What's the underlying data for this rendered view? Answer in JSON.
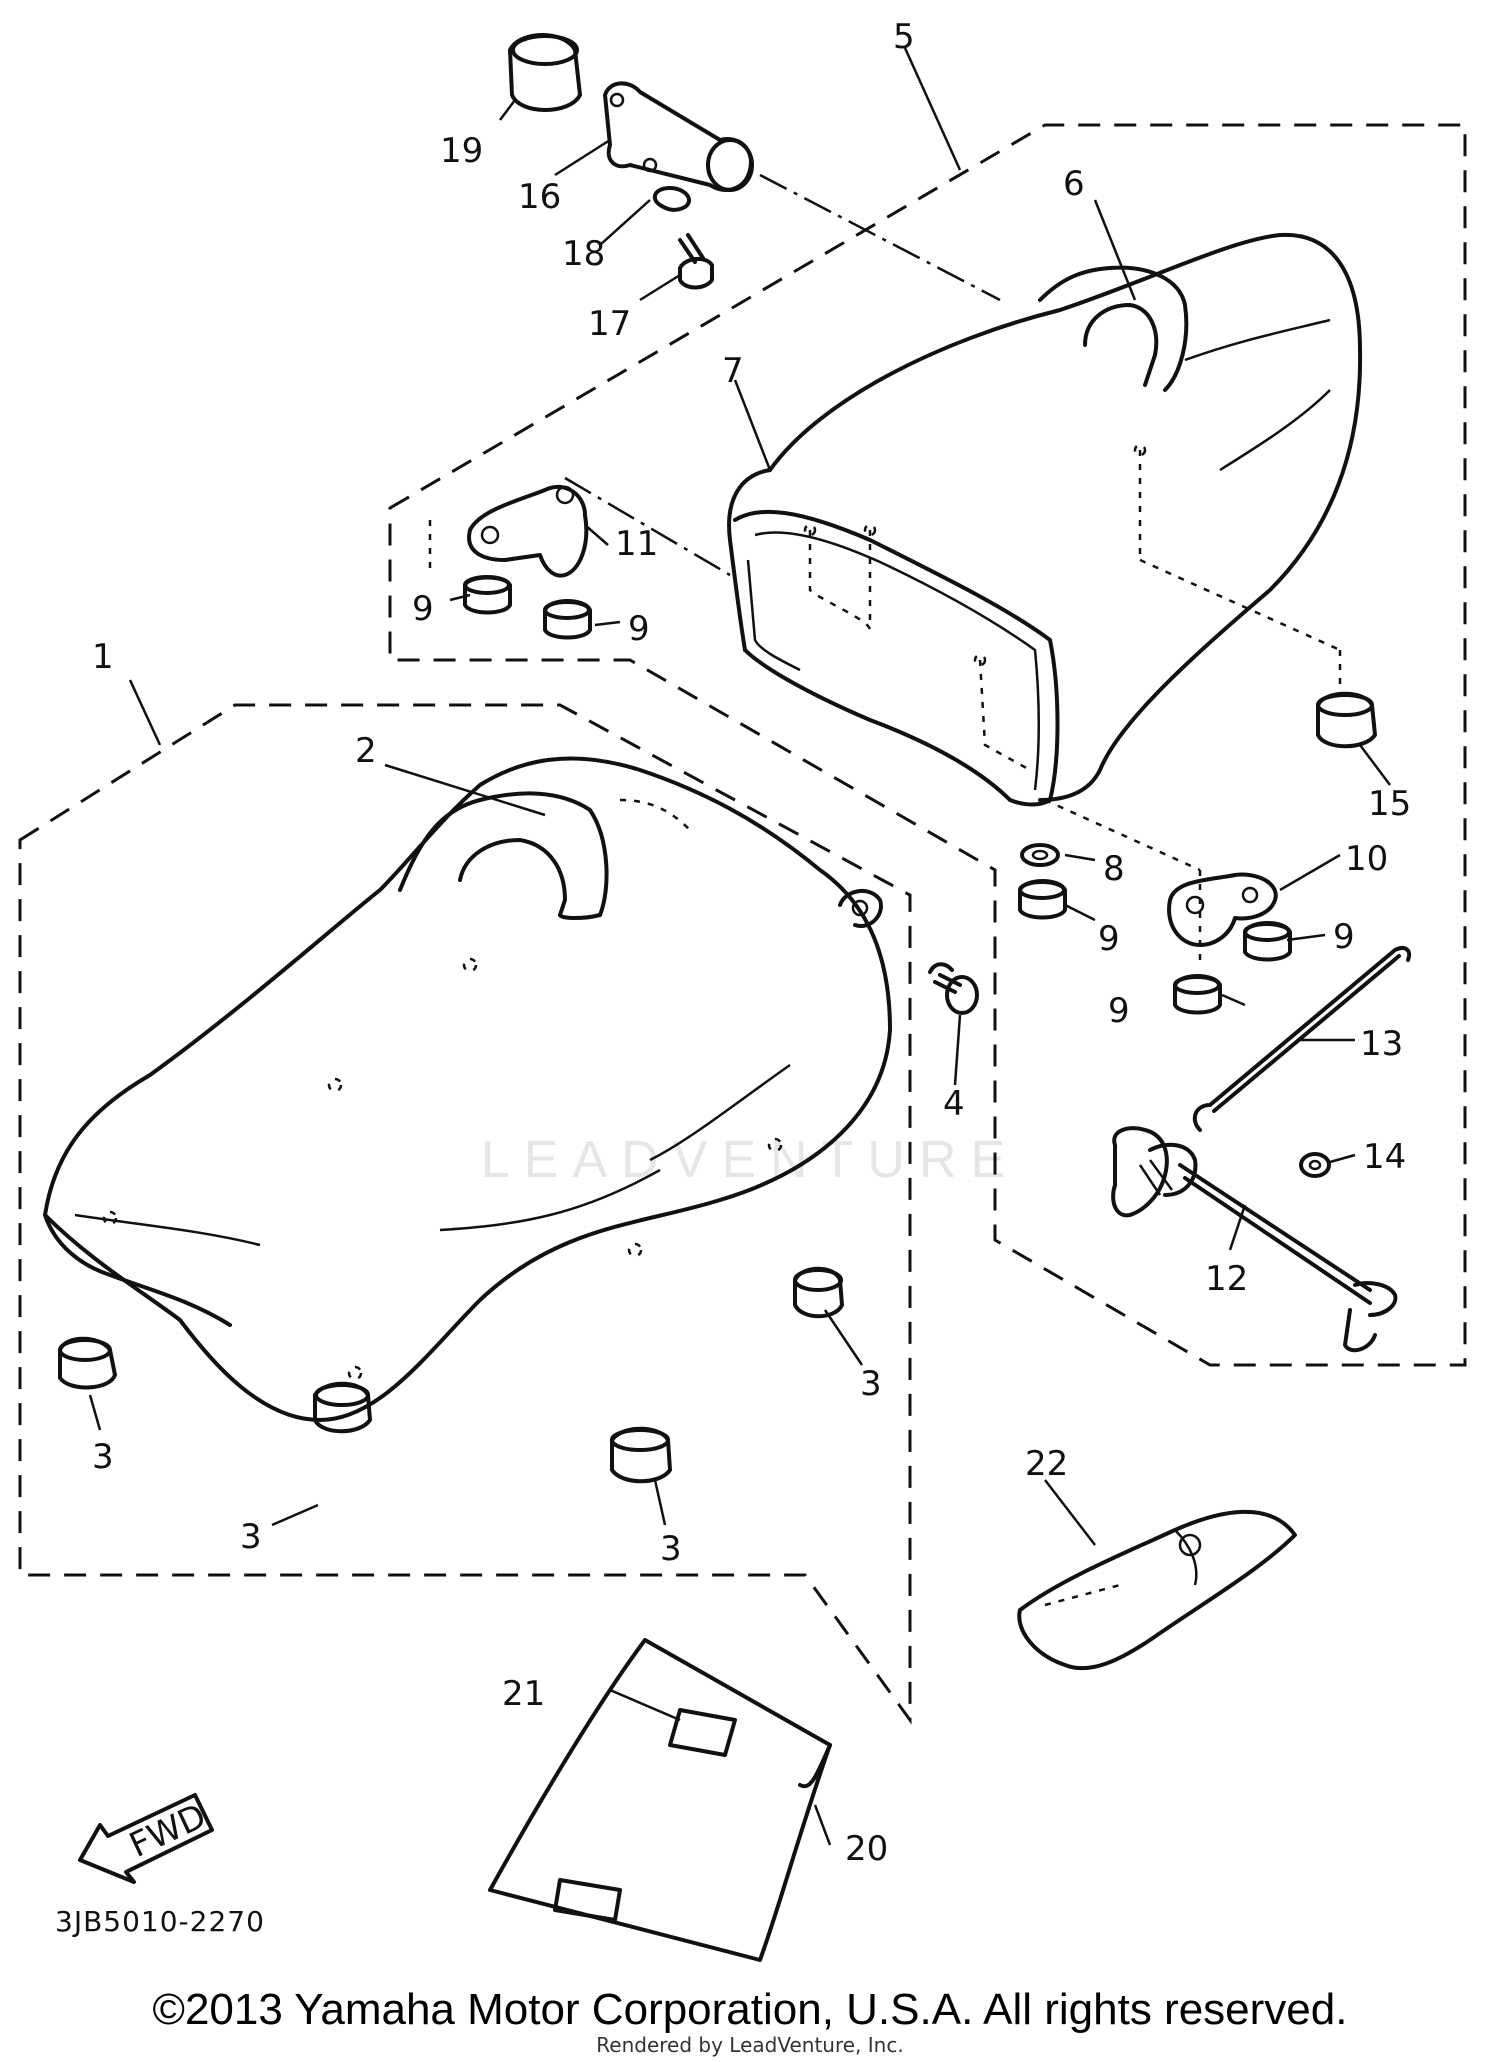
{
  "callouts": [
    "1",
    "2",
    "3",
    "4",
    "5",
    "6",
    "7",
    "8",
    "9",
    "10",
    "11",
    "12",
    "13",
    "14",
    "15",
    "16",
    "17",
    "18",
    "19",
    "20",
    "21",
    "22"
  ],
  "fwd_label": "FWD",
  "diagram_code": "3JB5010-2270",
  "copyright": "©2013 Yamaha Motor Corporation, U.S.A. All rights reserved.",
  "rendered_by": "Rendered by LeadVenture, Inc.",
  "watermark": "LEADVENTURE"
}
